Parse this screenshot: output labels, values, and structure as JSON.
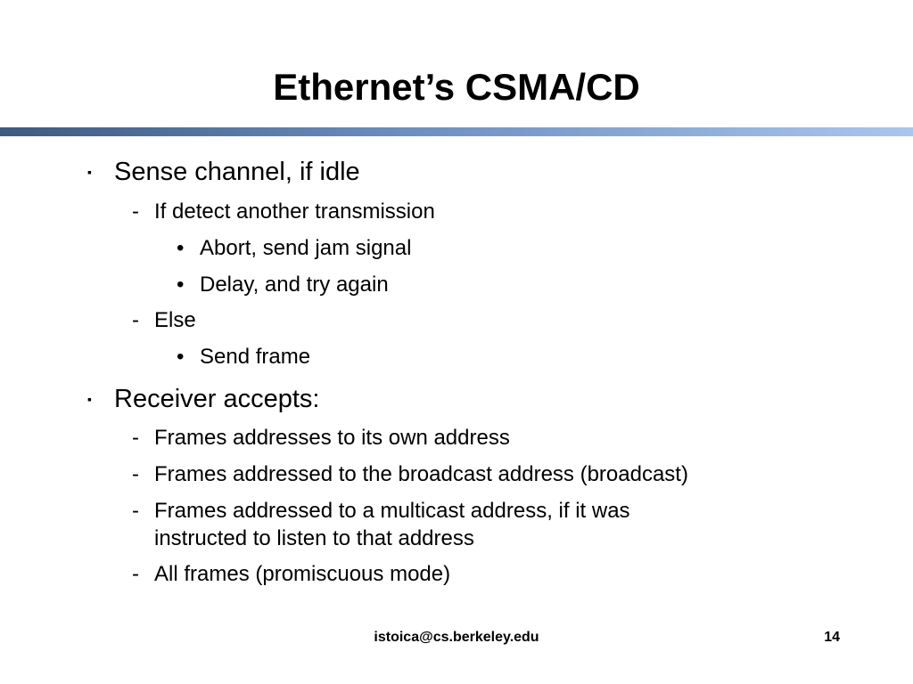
{
  "slide": {
    "title": "Ethernet’s CSMA/CD",
    "markers": {
      "level1": "▪",
      "level2": "-",
      "level3": "•"
    },
    "bullets": [
      {
        "level": 1,
        "text": "Sense channel, if idle"
      },
      {
        "level": 2,
        "text": "If detect another transmission"
      },
      {
        "level": 3,
        "text": "Abort, send jam signal"
      },
      {
        "level": 3,
        "text": "Delay, and try again"
      },
      {
        "level": 2,
        "text": "Else"
      },
      {
        "level": 3,
        "text": "Send frame"
      },
      {
        "level": 1,
        "text": "Receiver accepts:"
      },
      {
        "level": 2,
        "text": "Frames addresses to its own address"
      },
      {
        "level": 2,
        "text": "Frames addressed to the broadcast address (broadcast)"
      },
      {
        "level": 2,
        "text": "Frames addressed to a multicast address, if it was"
      },
      {
        "level": 2,
        "text": "instructed to listen to that address"
      },
      {
        "level": 2,
        "text": "All frames (promiscuous mode)"
      }
    ],
    "footer": {
      "email": "istoica@cs.berkeley.edu",
      "page_number": "14"
    }
  }
}
